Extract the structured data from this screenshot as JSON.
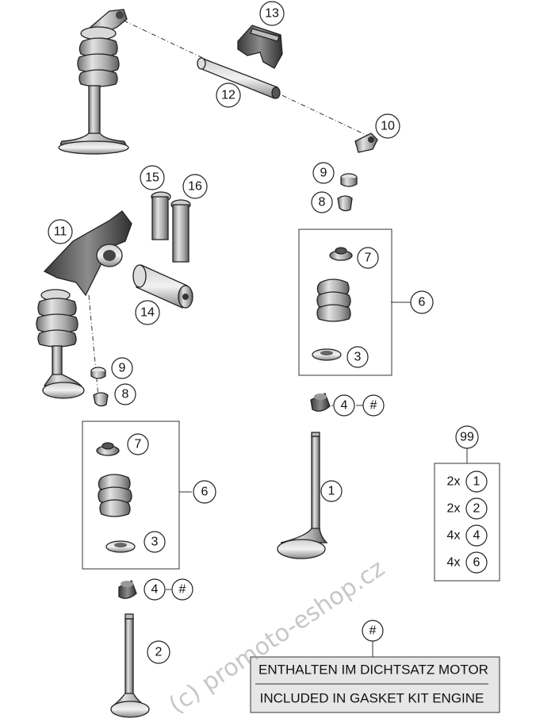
{
  "callouts": {
    "c1": "1",
    "c2": "2",
    "c3_upper": "3",
    "c3_lower": "3",
    "c4_right": "4",
    "c4_left": "4",
    "hash_right": "#",
    "hash_left": "#",
    "c6_upper": "6",
    "c6_lower": "6",
    "c7_upper": "7",
    "c7_lower": "7",
    "c8_upper": "8",
    "c8_lower": "8",
    "c9_upper": "9",
    "c9_lower": "9",
    "c10": "10",
    "c11": "11",
    "c12": "12",
    "c13": "13",
    "c14": "14",
    "c15": "15",
    "c16": "16",
    "c99": "99",
    "hash_note": "#"
  },
  "kit_99": {
    "items": [
      {
        "qty": "2x",
        "part": "1"
      },
      {
        "qty": "2x",
        "part": "2"
      },
      {
        "qty": "4x",
        "part": "4"
      },
      {
        "qty": "4x",
        "part": "6"
      }
    ]
  },
  "note": {
    "line_de": "ENTHALTEN IM DICHTSATZ MOTOR",
    "line_en": "INCLUDED IN GASKET KIT ENGINE"
  },
  "watermark": "(c) promoto-eshop.cz"
}
